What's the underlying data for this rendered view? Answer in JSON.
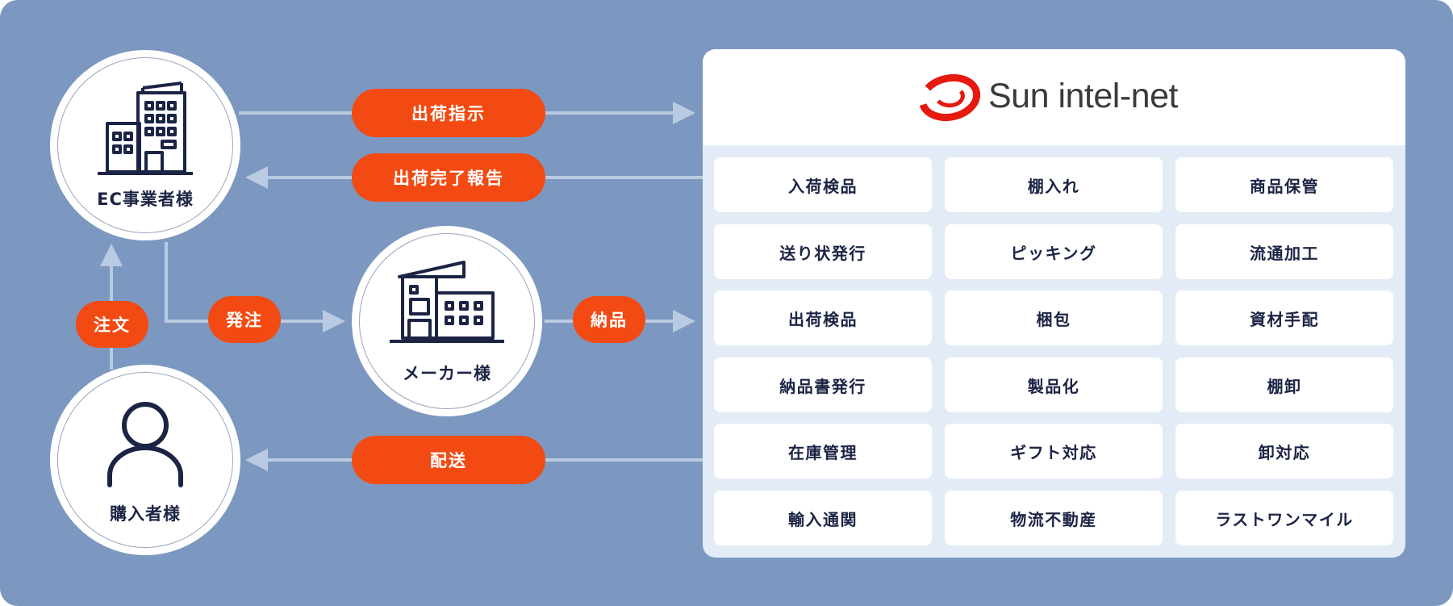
{
  "nodes": {
    "ec": "EC事業者様",
    "maker": "メーカー様",
    "buyer": "購入者様"
  },
  "flows": {
    "shipping_instruction": "出荷指示",
    "shipping_complete_report": "出荷完了報告",
    "order": "注文",
    "purchase_order": "発注",
    "delivery_goods": "納品",
    "delivery": "配送"
  },
  "logo": {
    "text": "Sun intel-net",
    "color": "#e6190f"
  },
  "services": [
    "入荷検品",
    "棚入れ",
    "商品保管",
    "送り状発行",
    "ピッキング",
    "流通加工",
    "出荷検品",
    "梱包",
    "資材手配",
    "納品書発行",
    "製品化",
    "棚卸",
    "在庫管理",
    "ギフト対応",
    "卸対応",
    "輸入通関",
    "物流不動産",
    "ラストワンマイル"
  ],
  "colors": {
    "background": "#7c98c0",
    "accent": "#f24a12",
    "navy": "#1b2444",
    "panel": "#e3ebf6"
  },
  "icons": [
    "office-building-icon",
    "factory-icon",
    "person-icon"
  ]
}
